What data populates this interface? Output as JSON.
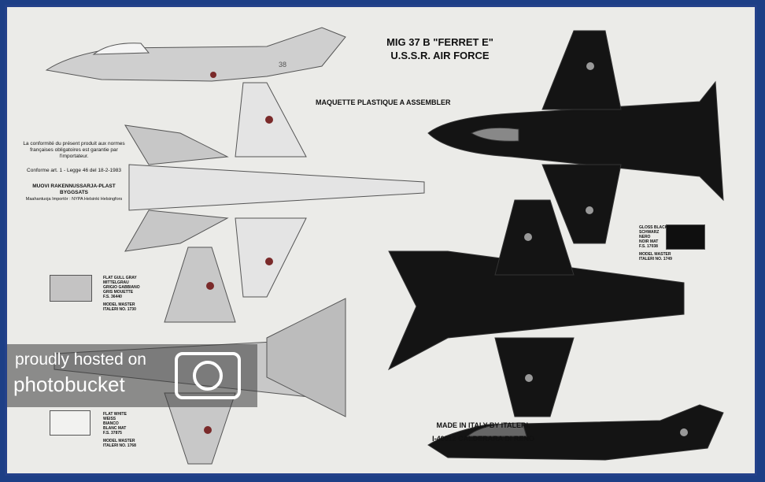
{
  "title": {
    "line1": "MIG 37 B \"FERRET E\"",
    "line2": "U.S.S.R. AIR FORCE"
  },
  "subtitle": "MAQUETTE PLASTIQUE A ASSEMBLER",
  "legal": {
    "french": "La conformité du présent produit aux normes françaises obligatoires est garantie par l'importateur.",
    "italian": "Conforme art. 1 - Legge 46 del 18-2-1983",
    "finnish_title": "MUOVI RAKENNUSSARJA-PLAST BYGGSATS",
    "importer": "Maahantuoja Importör : NYPA Helsinki Helsingfors"
  },
  "paints": [
    {
      "lines": [
        "FLAT GULL GRAY",
        "MITTELGRAU",
        "GRIGIO GABBIANO",
        "GRIS MOUETTE",
        "F.S. 36440"
      ],
      "brand": [
        "MODEL MASTER",
        "ITALERI NO. 1730"
      ],
      "color": "#c4c3c3"
    },
    {
      "lines": [
        "GLOSS BLACK",
        "SCHWARZ",
        "NERO",
        "NOIR MAT",
        "F.S. 17038"
      ],
      "brand": [
        "MODEL MASTER",
        "ITALERI NO. 1749"
      ],
      "color": "#0f0f0f"
    },
    {
      "lines": [
        "FLAT WHITE",
        "WEISS",
        "BIANCO",
        "BLANC MAT",
        "F.S. 37875"
      ],
      "brand": [
        "MODEL MASTER",
        "ITALERI NO. 1768"
      ],
      "color": "#f2f2f0"
    }
  ],
  "tail_number": "38",
  "footer": {
    "line1": "MADE IN ITALY BY ITALERI,",
    "line2": "I-40012 CALDERARA DI RENO"
  },
  "watermark": {
    "line1": "proudly hosted on",
    "line2": "photobucket"
  }
}
